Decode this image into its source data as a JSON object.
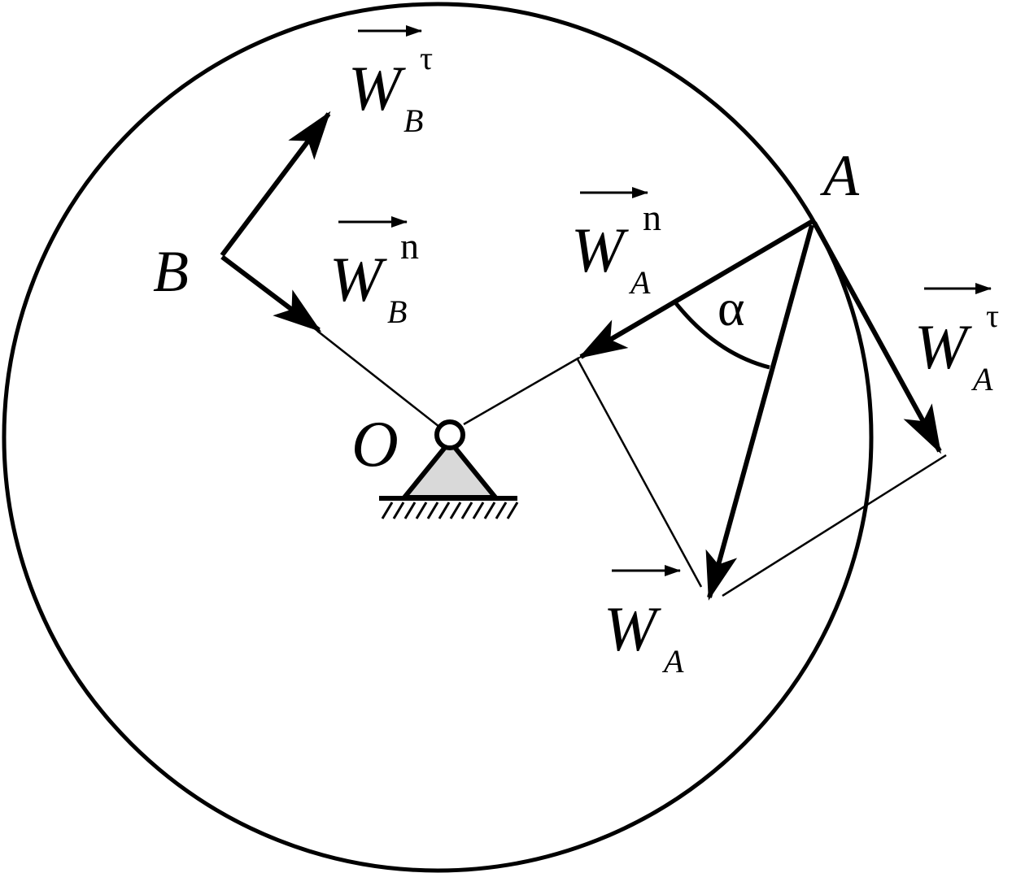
{
  "labels": {
    "point_a": "A",
    "point_b": "B",
    "center_o": "O",
    "angle": "α"
  },
  "vectors": {
    "wb_tau": {
      "main": "W",
      "sub": "B",
      "sup": "τ"
    },
    "wb_n": {
      "main": "W",
      "sub": "B",
      "sup": "n"
    },
    "wa_n": {
      "main": "W",
      "sub": "A",
      "sup": "n"
    },
    "wa_tau": {
      "main": "W",
      "sub": "A",
      "sup": "τ"
    },
    "wa": {
      "main": "W",
      "sub": "A",
      "sup": ""
    }
  },
  "colors": {
    "stroke": "#000000",
    "support_fill": "#d9d9d9",
    "background": "#ffffff"
  }
}
